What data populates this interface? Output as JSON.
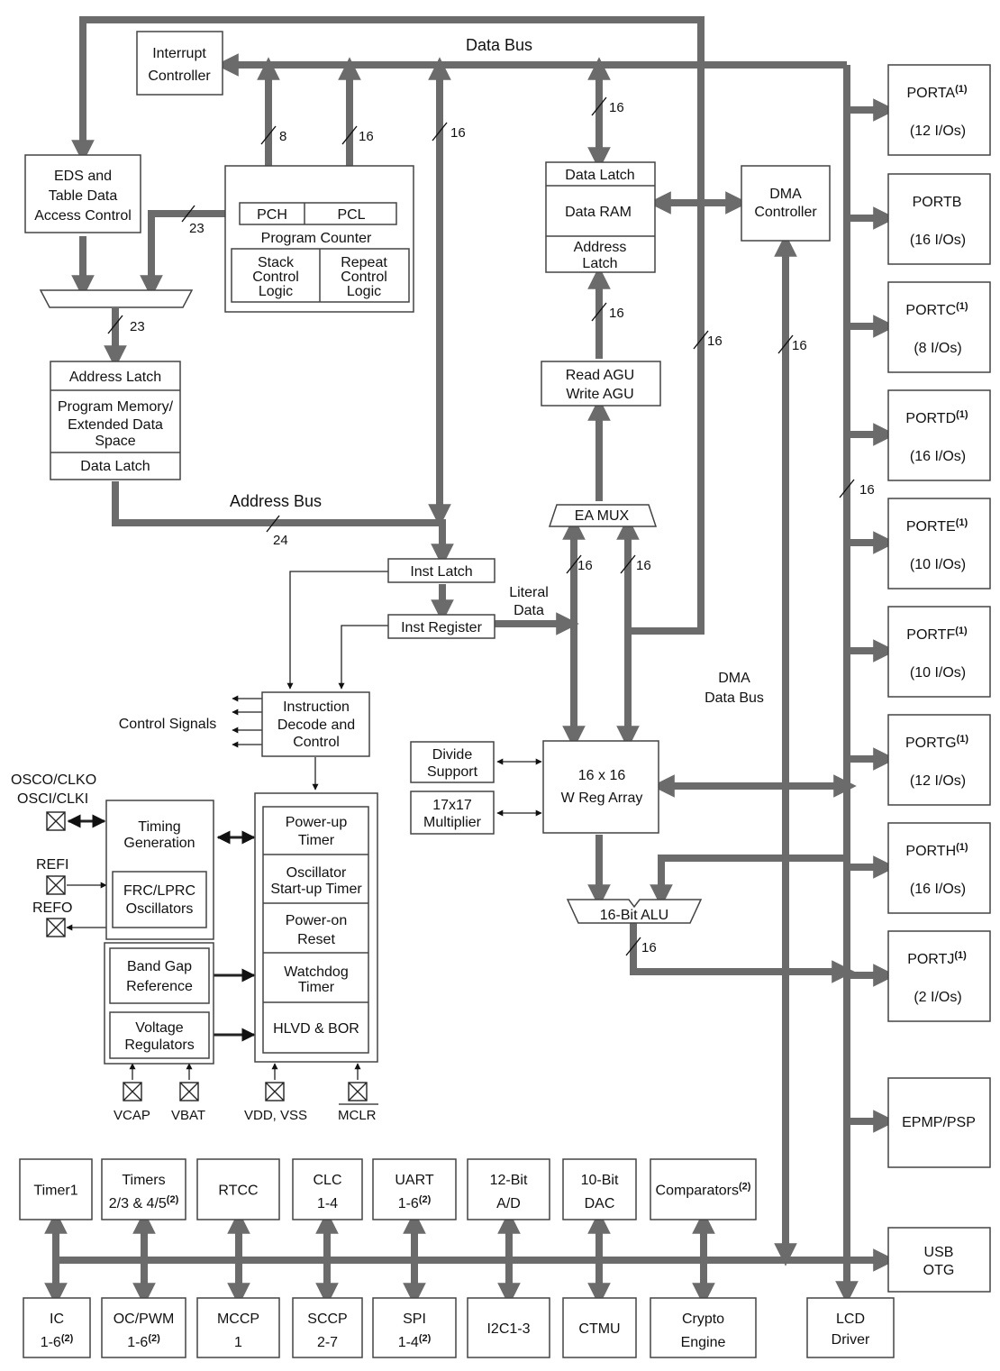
{
  "buses": {
    "data_bus": "Data Bus",
    "address_bus": "Address Bus",
    "dma_data_bus_1": "DMA",
    "dma_data_bus_2": "Data Bus",
    "literal_data_1": "Literal",
    "literal_data_2": "Data",
    "control_signals": "Control Signals"
  },
  "widths": {
    "w8": "8",
    "w16": "16",
    "w23": "23",
    "w24": "24"
  },
  "blocks": {
    "interrupt_1": "Interrupt",
    "interrupt_2": "Controller",
    "eds_1": "EDS and",
    "eds_2": "Table Data",
    "eds_3": "Access Control",
    "pch": "PCH",
    "pcl": "PCL",
    "program_counter": "Program Counter",
    "stack_1": "Stack",
    "stack_2": "Control",
    "stack_3": "Logic",
    "repeat_1": "Repeat",
    "repeat_2": "Control",
    "repeat_3": "Logic",
    "pm_address_latch": "Address Latch",
    "pm_1": "Program Memory/",
    "pm_2": "Extended Data",
    "pm_3": "Space",
    "pm_data_latch": "Data Latch",
    "ram_data_latch": "Data Latch",
    "data_ram": "Data RAM",
    "ram_addr_1": "Address",
    "ram_addr_2": "Latch",
    "dma_1": "DMA",
    "dma_2": "Controller",
    "agu_1": "Read AGU",
    "agu_2": "Write AGU",
    "ea_mux": "EA MUX",
    "inst_latch": "Inst Latch",
    "inst_register": "Inst Register",
    "idc_1": "Instruction",
    "idc_2": "Decode and",
    "idc_3": "Control",
    "divide_1": "Divide",
    "divide_2": "Support",
    "mult_1": "17x17",
    "mult_2": "Multiplier",
    "wreg_1": "16 x 16",
    "wreg_2": "W Reg Array",
    "alu": "16-Bit ALU",
    "timing_1": "Timing",
    "timing_2": "Generation",
    "frc_1": "FRC/LPRC",
    "frc_2": "Oscillators",
    "bandgap_1": "Band Gap",
    "bandgap_2": "Reference",
    "vreg_1": "Voltage",
    "vreg_2": "Regulators",
    "pwrup_1": "Power-up",
    "pwrup_2": "Timer",
    "ost_1": "Oscillator",
    "ost_2": "Start-up Timer",
    "por_1": "Power-on",
    "por_2": "Reset",
    "wdt_1": "Watchdog",
    "wdt_2": "Timer",
    "hlvd": "HLVD & BOR"
  },
  "pins": {
    "osco": "OSCO/CLKO",
    "osci": "OSCI/CLKI",
    "refi": "REFI",
    "refo": "REFO",
    "vcap": "VCAP",
    "vbat": "VBAT",
    "vddvss": "VDD, VSS",
    "mclr": "MCLR"
  },
  "ports": [
    {
      "name": "PORTA",
      "sup": "(1)",
      "ios": "(12 I/Os)"
    },
    {
      "name": "PORTB",
      "sup": "",
      "ios": "(16 I/Os)"
    },
    {
      "name": "PORTC",
      "sup": "(1)",
      "ios": "(8 I/Os)"
    },
    {
      "name": "PORTD",
      "sup": "(1)",
      "ios": "(16 I/Os)"
    },
    {
      "name": "PORTE",
      "sup": "(1)",
      "ios": "(10 I/Os)"
    },
    {
      "name": "PORTF",
      "sup": "(1)",
      "ios": "(10 I/Os)"
    },
    {
      "name": "PORTG",
      "sup": "(1)",
      "ios": "(12 I/Os)"
    },
    {
      "name": "PORTH",
      "sup": "(1)",
      "ios": "(16 I/Os)"
    },
    {
      "name": "PORTJ",
      "sup": "(1)",
      "ios": "(2 I/Os)"
    }
  ],
  "right_blocks": {
    "epmp": "EPMP/PSP",
    "usb_1": "USB",
    "usb_2": "OTG",
    "lcd_1": "LCD",
    "lcd_2": "Driver"
  },
  "peripherals_top": [
    {
      "l1": "Timer1",
      "l2": "",
      "sup": ""
    },
    {
      "l1": "Timers",
      "l2": "2/3 & 4/5",
      "sup": "(2)"
    },
    {
      "l1": "RTCC",
      "l2": "",
      "sup": ""
    },
    {
      "l1": "CLC",
      "l2": "1-4",
      "sup": ""
    },
    {
      "l1": "UART",
      "l2": "1-6",
      "sup": "(2)"
    },
    {
      "l1": "12-Bit",
      "l2": "A/D",
      "sup": ""
    },
    {
      "l1": "10-Bit",
      "l2": "DAC",
      "sup": ""
    },
    {
      "l1": "Comparators",
      "l2": "",
      "sup": "(2)"
    }
  ],
  "peripherals_bottom": [
    {
      "l1": "IC",
      "l2": "1-6",
      "sup": "(2)"
    },
    {
      "l1": "OC/PWM",
      "l2": "1-6",
      "sup": "(2)"
    },
    {
      "l1": "MCCP",
      "l2": "1",
      "sup": ""
    },
    {
      "l1": "SCCP",
      "l2": "2-7",
      "sup": ""
    },
    {
      "l1": "SPI",
      "l2": "1-4",
      "sup": "(2)"
    },
    {
      "l1": "I2C1-3",
      "l2": "",
      "sup": ""
    },
    {
      "l1": "CTMU",
      "l2": "",
      "sup": ""
    },
    {
      "l1": "Crypto",
      "l2": "Engine",
      "sup": ""
    }
  ]
}
